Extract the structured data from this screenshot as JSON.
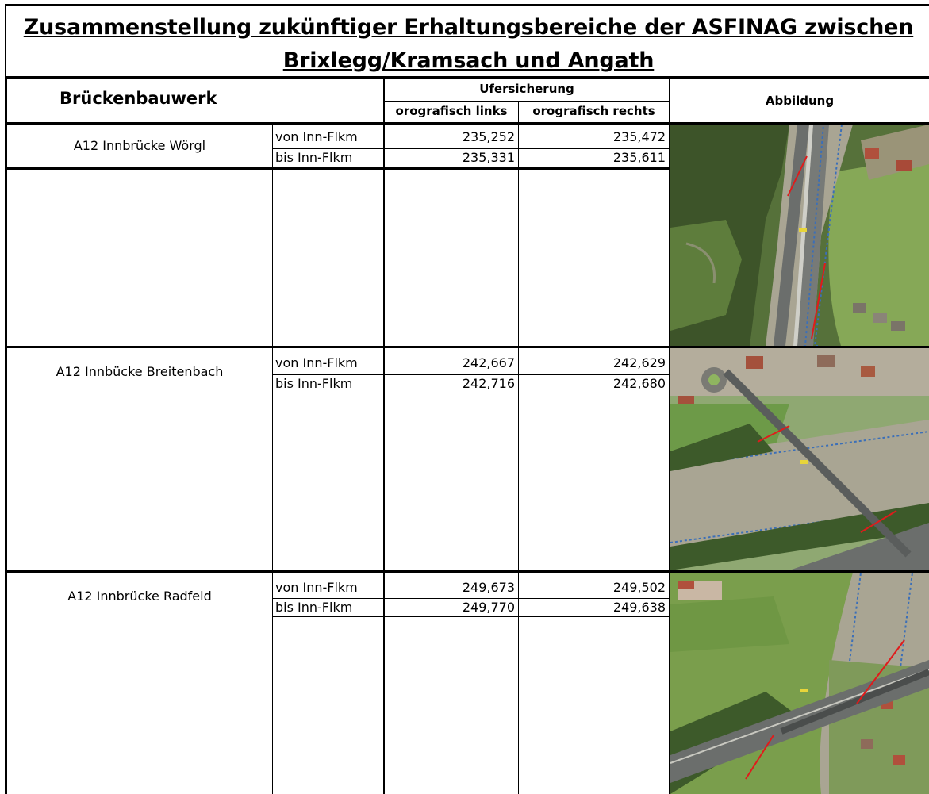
{
  "document": {
    "title_line1": "Zusammenstellung zukünftiger Erhaltungsbereiche der ASFINAG zwischen",
    "title_line2": "Brixlegg/Kramsach und Angath"
  },
  "table": {
    "header": {
      "bridge": "Brückenbauwerk",
      "bank_protection": "Ufersicherung",
      "left": "orografisch links",
      "right": "orografisch rechts",
      "image": "Abbildung"
    },
    "rows": [
      {
        "bridge": "A12 Innbrücke Wörgl",
        "from_label": "von Inn-Flkm",
        "to_label": "bis Inn-Flkm",
        "from_left": "235,252",
        "from_right": "235,472",
        "to_left": "235,331",
        "to_right": "235,611",
        "image_icon": "aerial-photo-woergl-bridge"
      },
      {
        "bridge": "A12 Innbücke Breitenbach",
        "from_label": "von Inn-Flkm",
        "to_label": "bis Inn-Flkm",
        "from_left": "242,667",
        "from_right": "242,629",
        "to_left": "242,716",
        "to_right": "242,680",
        "image_icon": "aerial-photo-breitenbach-bridge"
      },
      {
        "bridge": "A12 Innbrücke Radfeld",
        "from_label": "von Inn-Flkm",
        "to_label": "bis Inn-Flkm",
        "from_left": "249,673",
        "from_right": "249,502",
        "to_left": "249,770",
        "to_right": "249,638",
        "image_icon": "aerial-photo-radfeld-bridge"
      }
    ]
  },
  "colors": {
    "river": "#a9a593",
    "forest": "#3f5a2c",
    "meadow": "#7fa04e",
    "road": "#6b6e6c",
    "marker": "#e01b1b",
    "flkm_line": "#3b6fb8"
  }
}
